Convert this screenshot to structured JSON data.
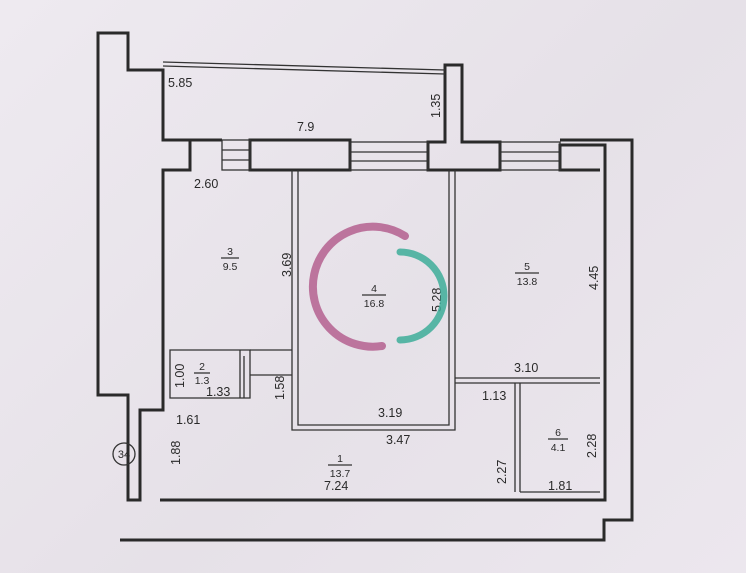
{
  "plan": {
    "top_dims": {
      "outer": "5.85",
      "wall": "1.35",
      "balcony": "7.9",
      "left_top": "2.60"
    },
    "rooms": [
      {
        "id": "room-3",
        "num": "3",
        "area": "9.5"
      },
      {
        "id": "room-4",
        "num": "4",
        "area": "16.8"
      },
      {
        "id": "room-5",
        "num": "5",
        "area": "13.8"
      },
      {
        "id": "room-2",
        "num": "2",
        "area": "1.3"
      },
      {
        "id": "room-6",
        "num": "6",
        "area": "4.1"
      },
      {
        "id": "room-1",
        "num": "1",
        "area": "13.7"
      }
    ],
    "dims": {
      "r3_height": "3.69",
      "r4_height": "5.28",
      "r5_height": "4.45",
      "r2_height": "1.00",
      "r2_width": "1.33",
      "corridor_h": "1.58",
      "left_bottom": "1.61",
      "r4_width": "3.19",
      "hall_width": "3.47",
      "r5_width": "3.10",
      "right_small": "1.13",
      "r6_height": "2.28",
      "r6_width": "1.81",
      "hall_h": "2.27",
      "entry_h": "1.88",
      "total_width": "7.24"
    },
    "marker": "34"
  },
  "logo": {
    "colors": {
      "outer": "#b4608f",
      "inner": "#3fae9a"
    }
  }
}
